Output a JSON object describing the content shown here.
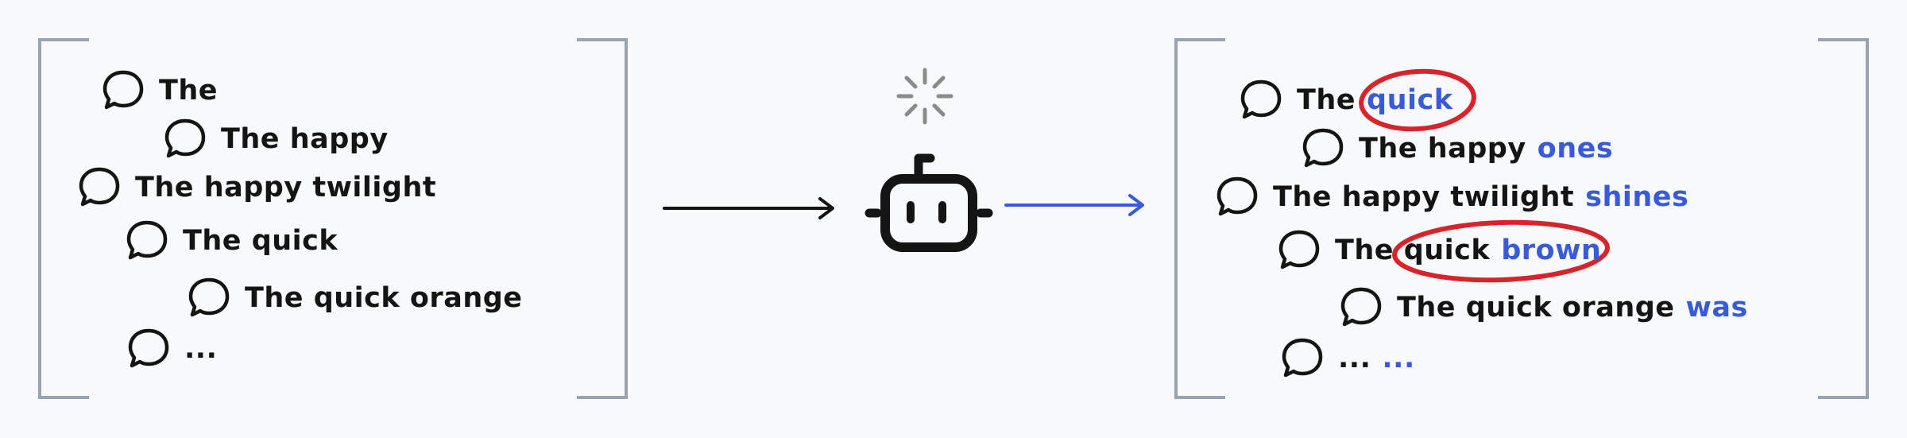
{
  "input_prompts": [
    {
      "text": "The"
    },
    {
      "text": "The happy"
    },
    {
      "text": "The happy twilight"
    },
    {
      "text": "The quick"
    },
    {
      "text": "The quick orange"
    },
    {
      "text": "..."
    }
  ],
  "output_prompts": [
    {
      "text": "The",
      "continuation": "quick"
    },
    {
      "text": "The happy",
      "continuation": "ones"
    },
    {
      "text": "The happy twilight",
      "continuation": "shines"
    },
    {
      "text": "The quick",
      "continuation": "brown"
    },
    {
      "text": "The quick orange",
      "continuation": "was"
    },
    {
      "text": "...",
      "continuation": "..."
    }
  ],
  "colors": {
    "bracket": "#9aa3b0",
    "text": "#141414",
    "continuation": "#3a5bd9",
    "highlight": "#d9232b",
    "spinner": "#8a8a8a",
    "arrow_in": "#141414",
    "arrow_out": "#3a5bd9"
  },
  "icons": {
    "model": "robot-icon",
    "thinking": "loading-spinner-icon",
    "prompt": "speech-bubble-icon"
  }
}
